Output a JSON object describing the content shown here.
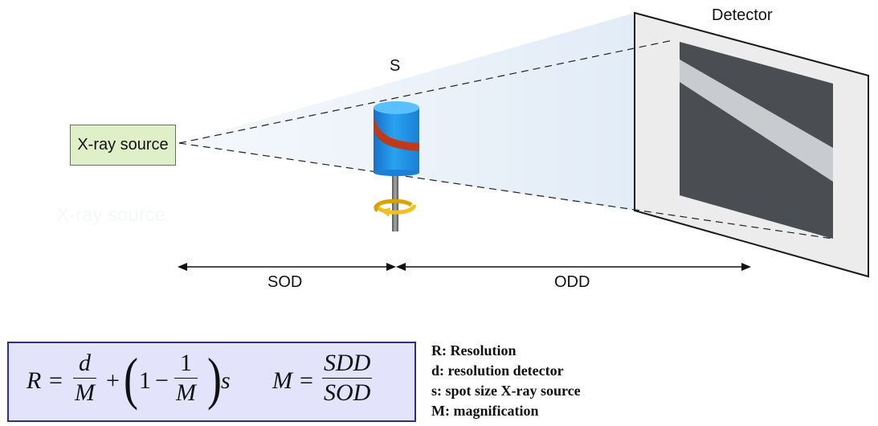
{
  "labels": {
    "detector": "Detector",
    "spot": "S",
    "source": "X-ray source",
    "source_ghost": "X-ray source",
    "sod": "SOD",
    "odd": "ODD"
  },
  "formula": {
    "resolution": {
      "lhs": "R",
      "equals": "=",
      "frac1_num": "d",
      "frac1_den": "M",
      "plus": "+",
      "one": "1",
      "minus": "−",
      "frac2_num": "1",
      "frac2_den": "M",
      "var": "s"
    },
    "magnification": {
      "lhs": "M",
      "equals": "=",
      "num": "SDD",
      "den": "SOD"
    }
  },
  "legend": [
    "R: Resolution",
    "d: resolution detector",
    "s: spot size X-ray source",
    "M: magnification"
  ],
  "colors": {
    "source_fill": "#dff0c8",
    "beam": "#dce8f5",
    "object": "#1c8fe0",
    "object_stripe": "#c0391b",
    "rotation": "#f0c020",
    "detector_frame": "#eaeaea",
    "detector_image": "#4a4e52",
    "detector_shadow": "#c8c8c8",
    "formula_bg": "#e3e3fb",
    "formula_border": "#2f2f87"
  },
  "icons": {
    "rotation": "rotation-arrow-icon"
  }
}
